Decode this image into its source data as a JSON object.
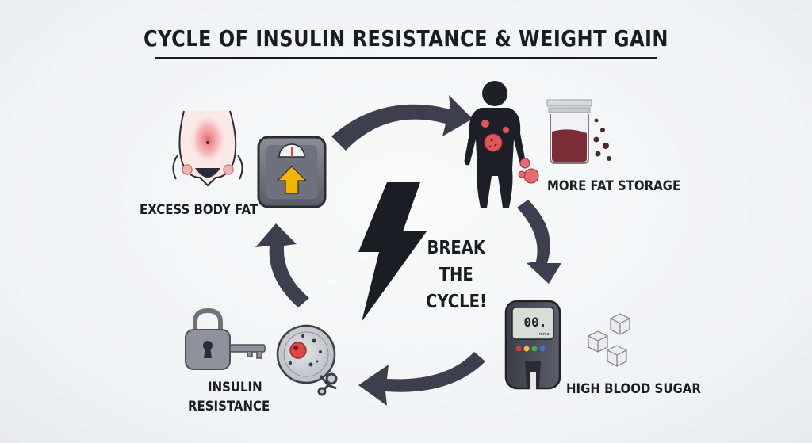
{
  "title": "CYCLE OF INSULIN RESISTANCE & WEIGHT GAIN",
  "stages": {
    "excess_body_fat": "EXCESS BODY FAT",
    "more_fat_storage": "MORE FAT STORAGE",
    "high_blood_sugar": "HIGH BLOOD SUGAR",
    "insulin_resistance_line1": "INSULIN",
    "insulin_resistance_line2": "RESISTANCE"
  },
  "center": {
    "line1": "BREAK",
    "line2": "THE",
    "line3": "CYCLE!"
  },
  "meter_reading": "00.",
  "meter_unit": "mmol",
  "icons": [
    "belly-fat-icon",
    "bathroom-scale-icon",
    "body-silhouette-icon",
    "fat-beaker-icon",
    "glucose-meter-icon",
    "sugar-cubes-icon",
    "cell-receptor-icon",
    "lock-key-icon",
    "lightning-bolt-icon"
  ],
  "colors": {
    "arrow": "#3d3f4f",
    "dark": "#1c1d22",
    "fat_red": "#e0565a",
    "scale_arrow": "#f4b400"
  }
}
